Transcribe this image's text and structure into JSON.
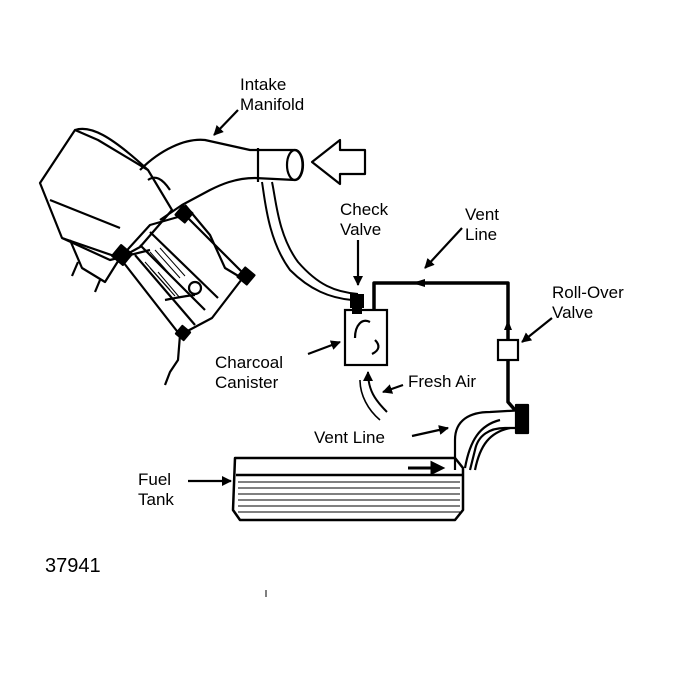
{
  "labels": {
    "intake_manifold": [
      "Intake",
      "Manifold"
    ],
    "check_valve": [
      "Check",
      "Valve"
    ],
    "vent_line_top": [
      "Vent",
      "Line"
    ],
    "rollover_valve": [
      "Roll-Over",
      "Valve"
    ],
    "charcoal_canister": [
      "Charcoal",
      "Canister"
    ],
    "fresh_air": "Fresh Air",
    "vent_line_bottom": "Vent Line",
    "fuel_tank": [
      "Fuel",
      "Tank"
    ]
  },
  "figure_number": "37941"
}
